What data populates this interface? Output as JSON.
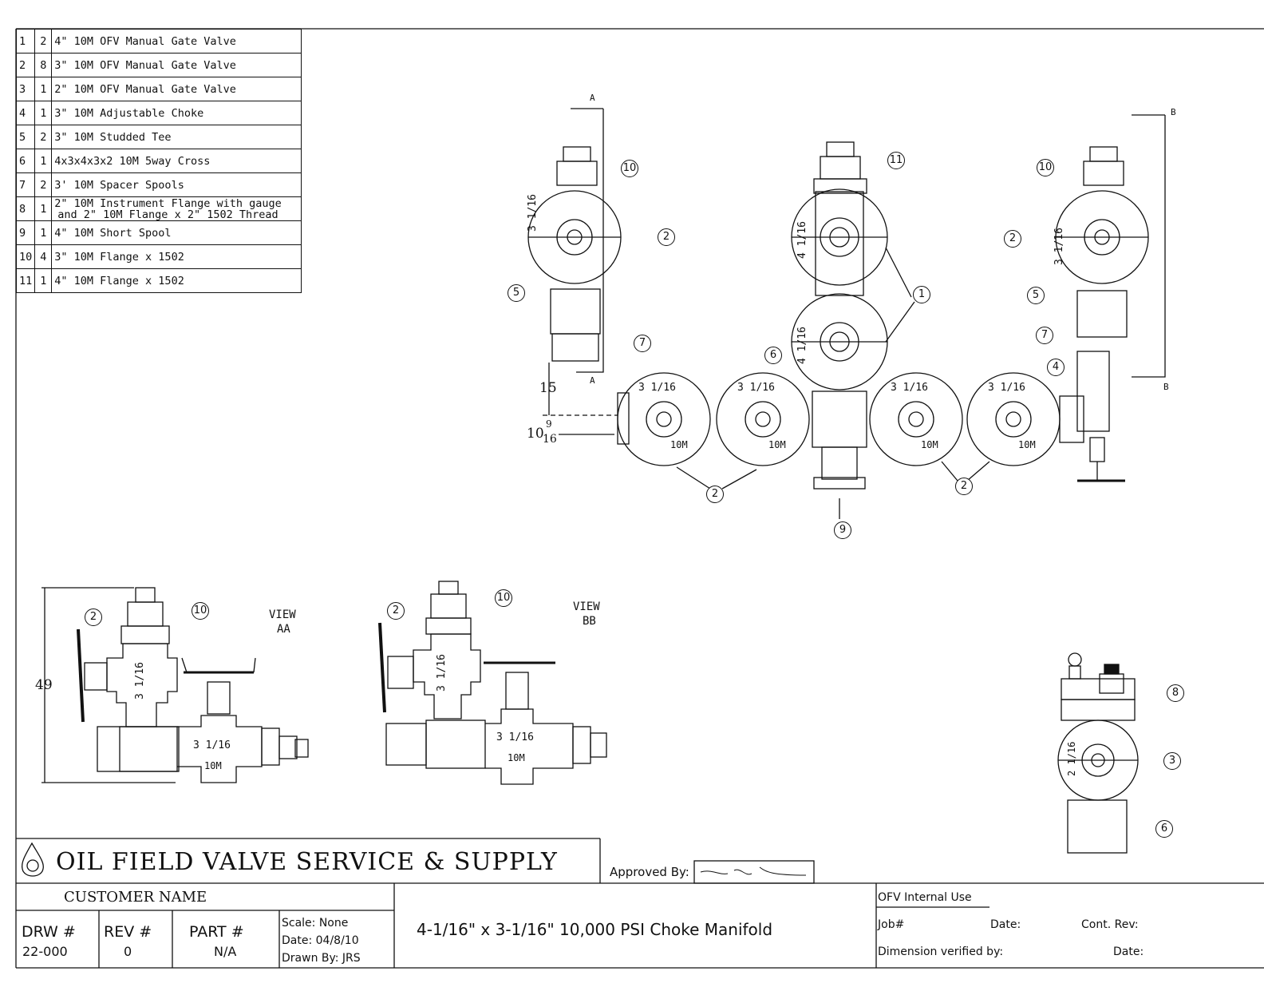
{
  "bom": [
    {
      "item": "1",
      "qty": "2",
      "desc": "4\" 10M OFV Manual Gate Valve"
    },
    {
      "item": "2",
      "qty": "8",
      "desc": "3\" 10M OFV Manual Gate Valve"
    },
    {
      "item": "3",
      "qty": "1",
      "desc": "2\" 10M OFV Manual Gate Valve"
    },
    {
      "item": "4",
      "qty": "1",
      "desc": "3\" 10M Adjustable Choke"
    },
    {
      "item": "5",
      "qty": "2",
      "desc": "3\" 10M Studded Tee"
    },
    {
      "item": "6",
      "qty": "1",
      "desc": "4x3x4x3x2 10M 5way Cross"
    },
    {
      "item": "7",
      "qty": "2",
      "desc": "3' 10M Spacer Spools"
    },
    {
      "item": "8",
      "qty": "1",
      "desc": "2\" 10M Instrument Flange with gauge",
      "desc2": "and 2\" 10M Flange x 2\" 1502 Thread"
    },
    {
      "item": "9",
      "qty": "1",
      "desc": "4\" 10M Short Spool"
    },
    {
      "item": "10",
      "qty": "4",
      "desc": "3\" 10M Flange x 1502"
    },
    {
      "item": "11",
      "qty": "1",
      "desc": "4\" 10M Flange x 1502"
    }
  ],
  "labels": {
    "section_a": "A",
    "section_b": "B",
    "view_aa": "VIEW",
    "view_aa_2": "AA",
    "view_bb": "VIEW",
    "view_bb_2": "BB",
    "dim_15": "15",
    "dim_10": "10",
    "dim_frac_top": "9",
    "dim_frac_bot": "16",
    "dim_49": "49",
    "size_3": "3 1/16",
    "size_4": "4 1/16",
    "size_2": "2 1/16",
    "rating": "10M"
  },
  "callouts": [
    "1",
    "2",
    "3",
    "4",
    "5",
    "6",
    "7",
    "8",
    "9",
    "10",
    "11"
  ],
  "title_block": {
    "company": "OIL FIELD VALVE SERVICE & SUPPLY",
    "approved_by": "Approved By:",
    "customer": "CUSTOMER NAME",
    "drw_label": "DRW #",
    "drw_value": "22-000",
    "rev_label": "REV #",
    "rev_value": "0",
    "part_label": "PART #",
    "part_value": "N/A",
    "scale": "Scale: None",
    "date": "Date: 04/8/10",
    "drawn_by": "Drawn By: JRS",
    "title": "4-1/16\" x 3-1/16\" 10,000 PSI Choke Manifold",
    "internal_use": "OFV Internal Use",
    "job": "Job#",
    "date_label": "Date:",
    "cont_rev": "Cont. Rev:",
    "dim_verified": "Dimension verified by:",
    "date_label_2": "Date:"
  }
}
